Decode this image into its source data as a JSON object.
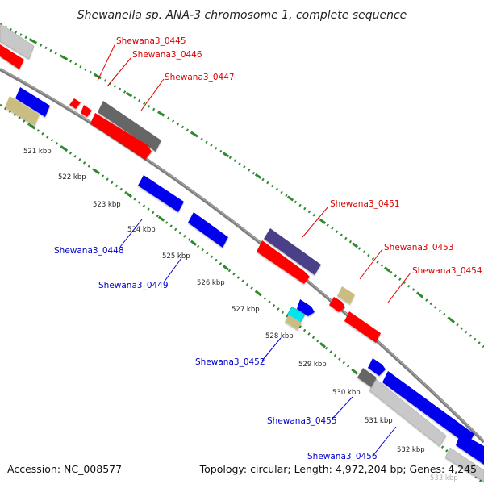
{
  "title": "Shewanella sp. ANA-3 chromosome 1, complete sequence",
  "footer": {
    "accession": "Accession: NC_008577",
    "topology": "Topology: circular; Length: 4,972,204 bp; Genes: 4,245"
  },
  "colors": {
    "backbone": "#7c7c7c",
    "tick": "#2f8a2f",
    "red_gene": "#ff0000",
    "blue_gene": "#0000ee",
    "gray_gene": "#666666",
    "light_gray_gene": "#c8c8c8",
    "tan_gene": "#c9bd82",
    "purple_gene": "#4a4188",
    "cyan_gene": "#00e5ee",
    "red_label": "#dd0000",
    "blue_label": "#0000cc"
  },
  "kbp_labels": [
    "521 kbp",
    "522 kbp",
    "523 kbp",
    "524 kbp",
    "525 kbp",
    "526 kbp",
    "527 kbp",
    "528 kbp",
    "529 kbp",
    "530 kbp",
    "531 kbp",
    "532 kbp",
    "533 kbp"
  ],
  "gene_labels": {
    "g0445": "Shewana3_0445",
    "g0446": "Shewana3_0446",
    "g0447": "Shewana3_0447",
    "g0448": "Shewana3_0448",
    "g0449": "Shewana3_0449",
    "g0451": "Shewana3_0451",
    "g0452": "Shewana3_0452",
    "g0453": "Shewana3_0453",
    "g0454": "Shewana3_0454",
    "g0455": "Shewana3_0455",
    "g0456": "Shewana3_0456"
  }
}
